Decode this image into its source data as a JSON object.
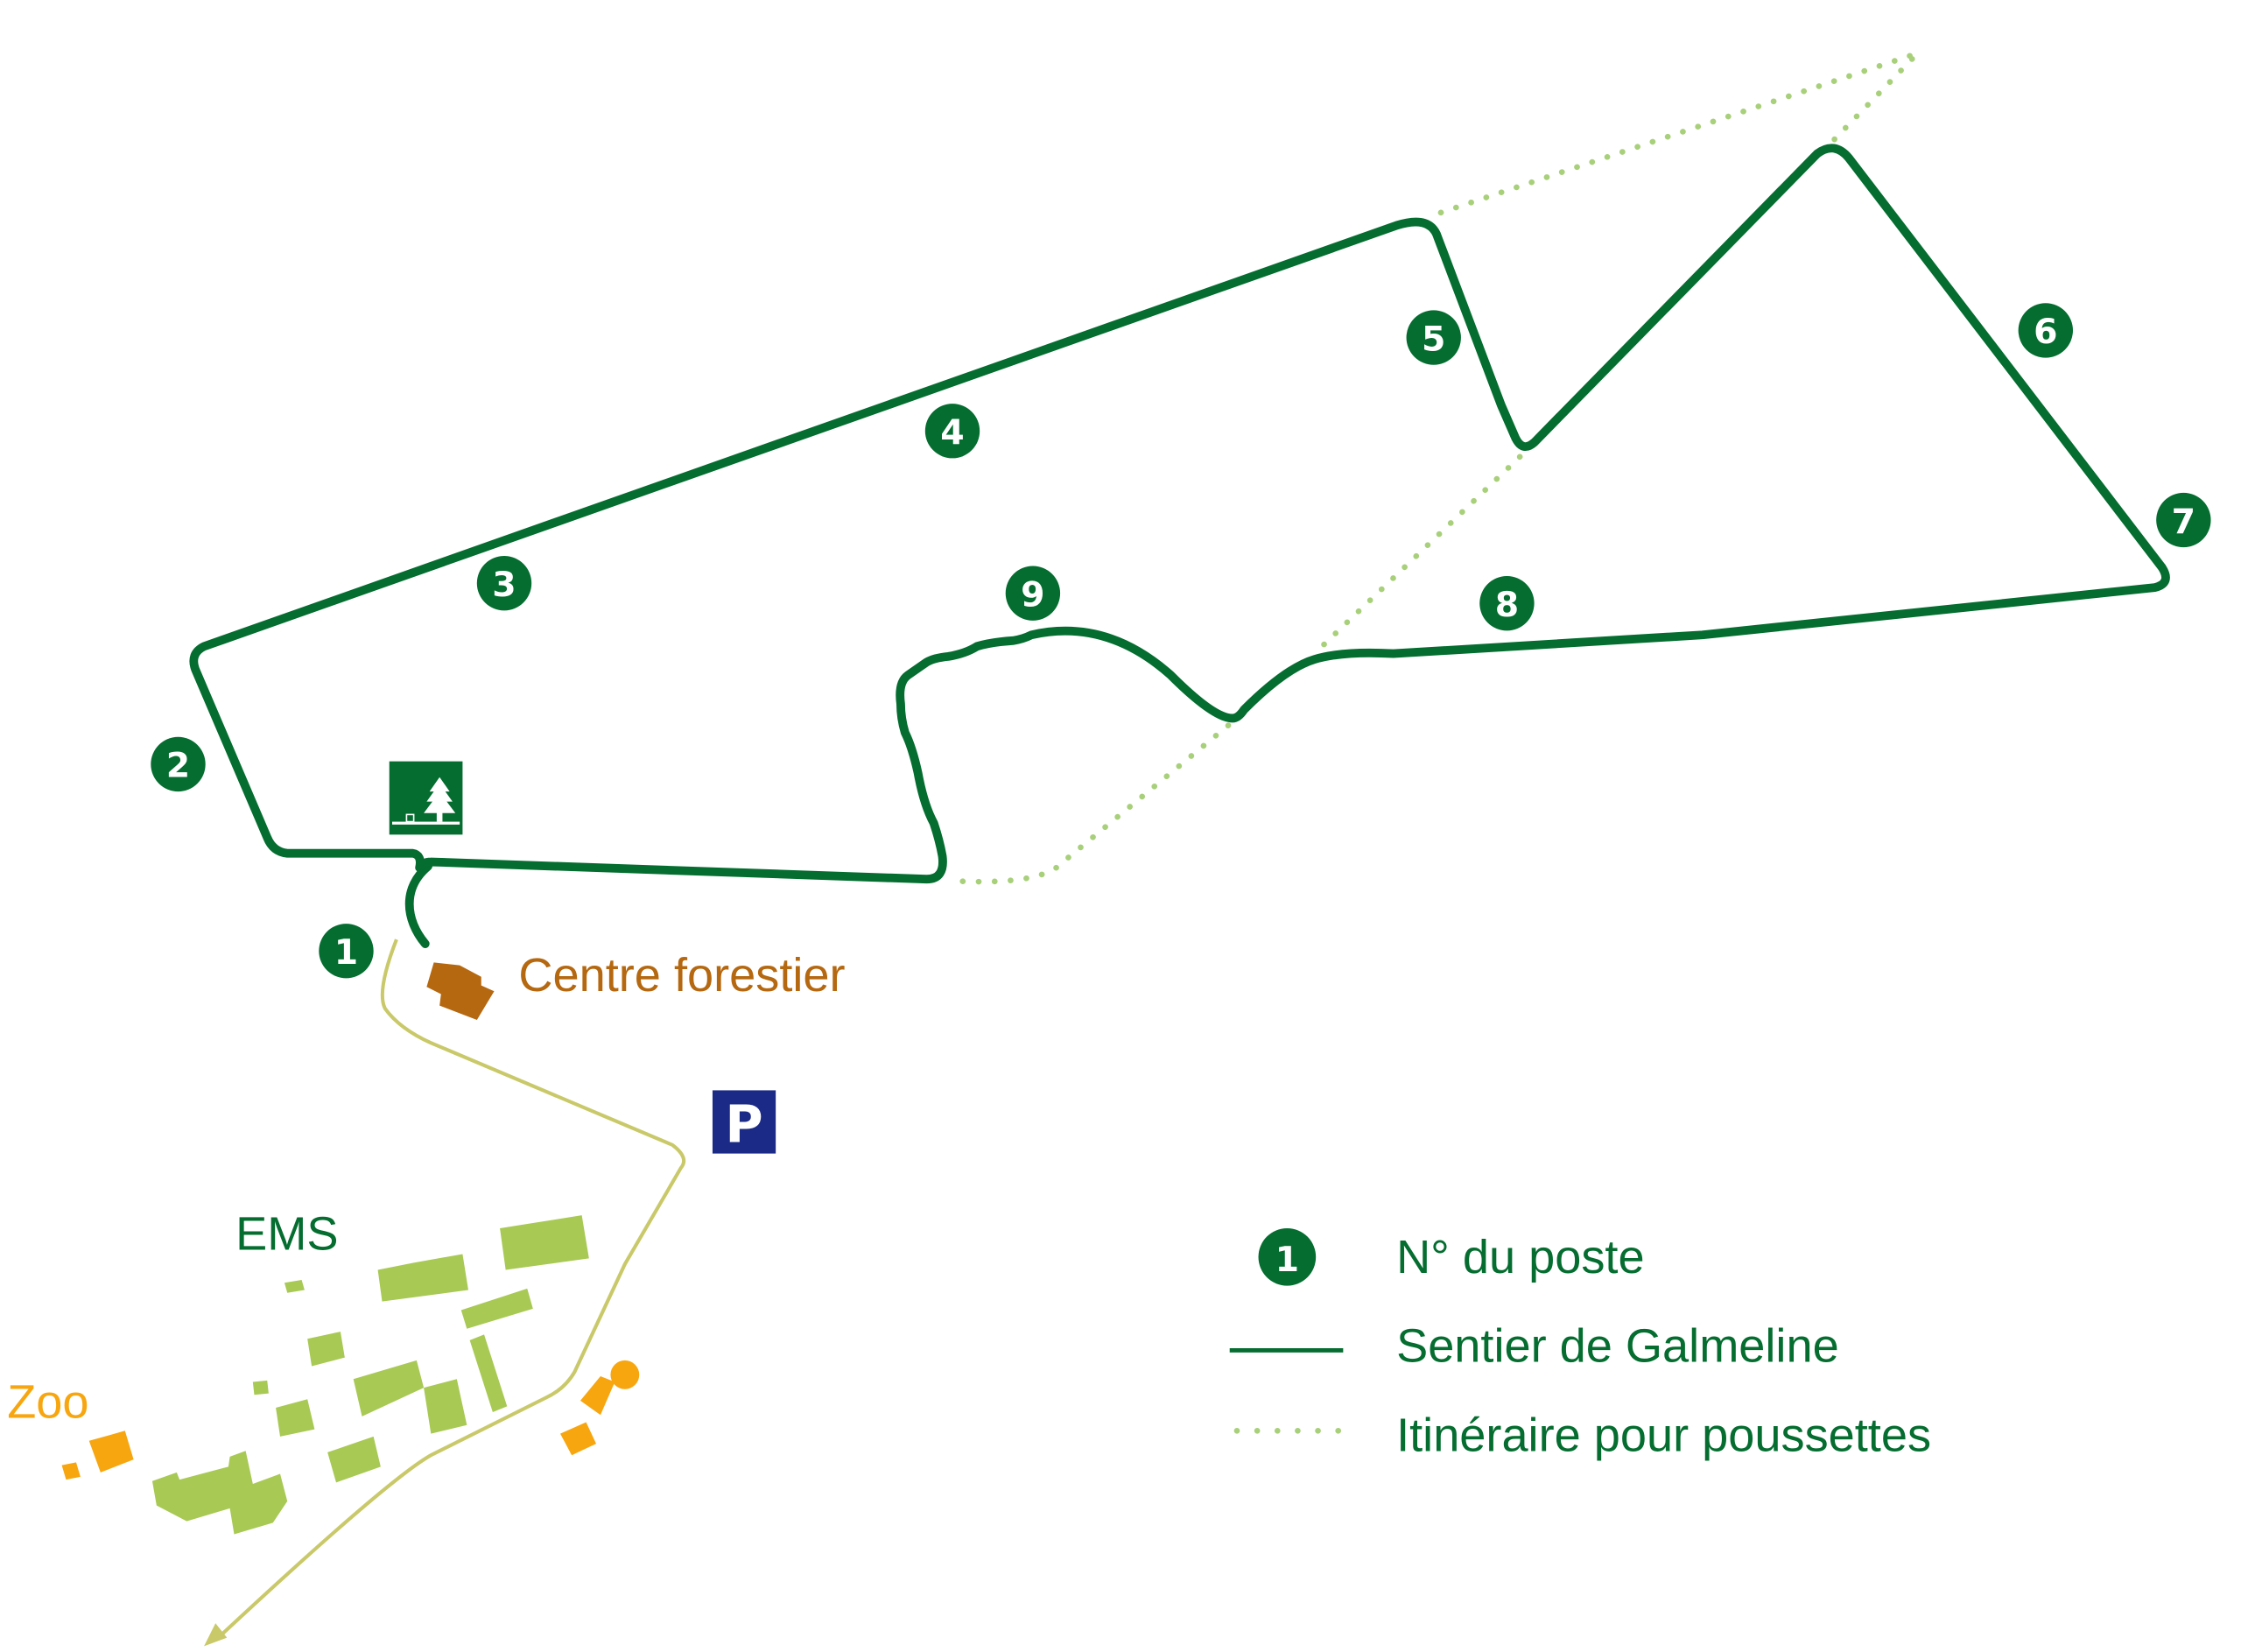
{
  "colors": {
    "trail": "#046d2f",
    "stroller": "#a8d07a",
    "road": "#c9c96a",
    "buildings_ems": "#a8c954",
    "zoo": "#f7a60f",
    "forest_centre": "#b5680f",
    "parking": "#1b2a86"
  },
  "posts": [
    "1",
    "2",
    "3",
    "4",
    "5",
    "6",
    "7",
    "8",
    "9"
  ],
  "labels": {
    "centre": "Centre forestier",
    "ems": "EMS",
    "zoo": "Zoo",
    "parking": "P"
  },
  "icons": {
    "forest": "forest-centre-icon",
    "parking": "parking-icon"
  },
  "legend": {
    "marker": "1",
    "post": "N° du poste",
    "trail": "Sentier de Galmeline",
    "stroller": "Itinéraire pour poussettes"
  }
}
